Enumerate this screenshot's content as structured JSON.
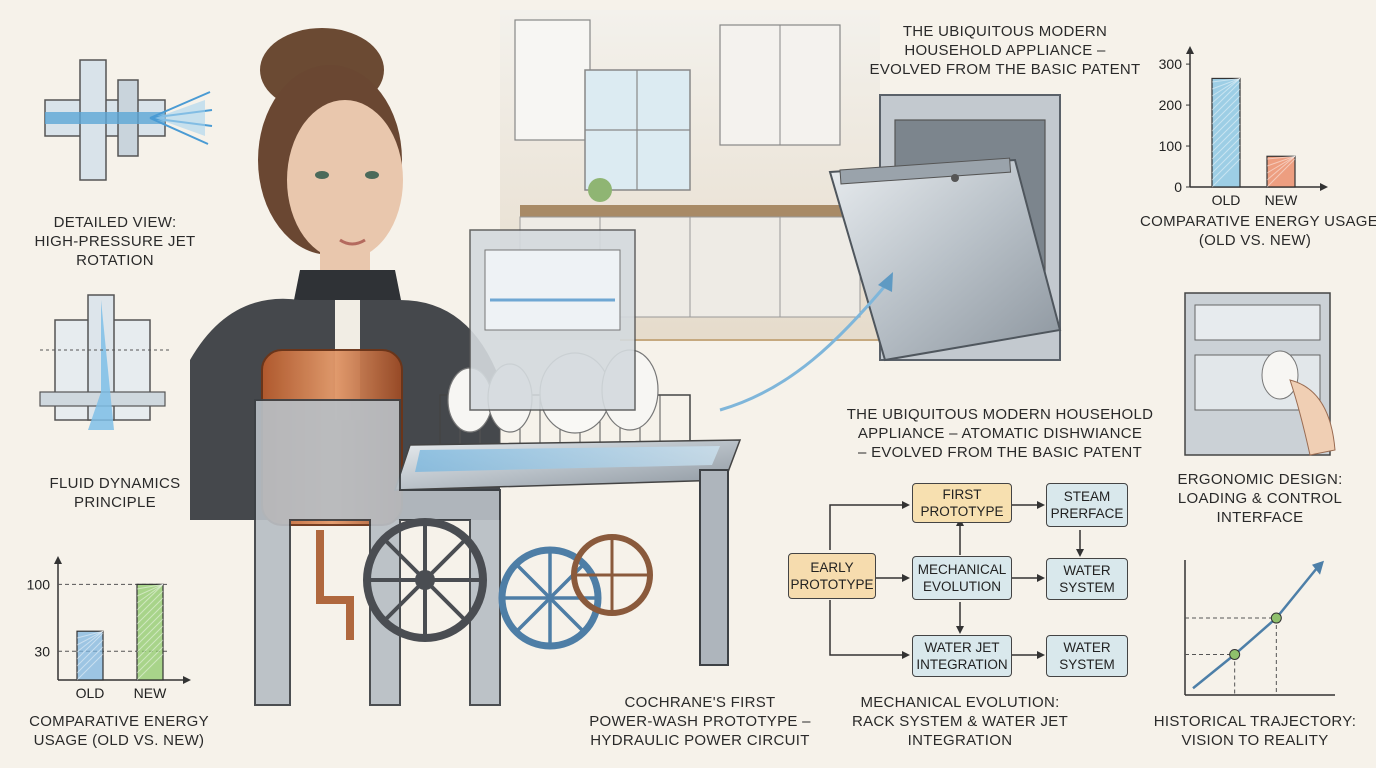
{
  "labels": {
    "jet_view": [
      "DETAILED VIEW:",
      "HIGH-PRESSURE JET",
      "ROTATION"
    ],
    "fluid": [
      "FLUID DYNAMICS",
      "PRINCIPLE"
    ],
    "energy_left": [
      "COMPARATIVE ENERGY",
      "USAGE (OLD VS. NEW)"
    ],
    "prototype": [
      "COCHRANE'S FIRST",
      "POWER-WASH PROTOTYPE –",
      "HYDRAULIC POWER CIRCUIT"
    ],
    "modern_top": [
      "THE UBIQUITOUS MODERN",
      "HOUSEHOLD APPLIANCE –",
      "EVOLVED FROM THE BASIC PATENT"
    ],
    "modern_mid": [
      "THE UBIQUITOUS MODERN HOUSEHOLD",
      "APPLIANCE – ATOMATIC DISHWIANCE",
      "– EVOLVED FROM THE BASIC PATENT"
    ],
    "energy_right": [
      "COMPARATIVE ENERGY USAGE",
      "(OLD VS. NEW)"
    ],
    "ergonomic": [
      "ERGONOMIC DESIGN:",
      "LOADING & CONTROL",
      "INTERFACE"
    ],
    "mech_evolution": [
      "MECHANICAL EVOLUTION:",
      "RACK SYSTEM & WATER JET",
      "INTEGRATION"
    ],
    "trajectory": [
      "HISTORICAL TRAJECTORY:",
      "VISION TO REALITY"
    ]
  },
  "flowchart": {
    "early": [
      "EARLY",
      "PROTOTYPE"
    ],
    "first": [
      "FIRST",
      "PROTOTYPE"
    ],
    "mechanical": [
      "MECHANICAL",
      "EVOLUTION"
    ],
    "waterjet": [
      "WATER JET",
      "INTEGRATION"
    ],
    "steam": [
      "STEAM",
      "PRERFACE"
    ],
    "water1": [
      "WATER",
      "SYSTEM"
    ],
    "water2": [
      "WATER",
      "SYSTEM"
    ],
    "colors": {
      "early": "#f6dcae",
      "first": "#f7e0b0",
      "blue": "#d9e8ec"
    }
  },
  "chart_data": [
    {
      "type": "bar",
      "categories": [
        "OLD",
        "NEW"
      ],
      "values": [
        51,
        100
      ],
      "yticks": [
        30,
        100
      ],
      "ylim": [
        0,
        115
      ],
      "colors": [
        "#7fb6e0",
        "#8dc96a"
      ]
    },
    {
      "type": "bar",
      "categories": [
        "OLD",
        "NEW"
      ],
      "values": [
        265,
        75
      ],
      "yticks": [
        0,
        100,
        200,
        300
      ],
      "ylim": [
        0,
        310
      ],
      "colors": [
        "#7fc1e3",
        "#e9825c"
      ]
    },
    {
      "type": "line",
      "x": [
        0,
        1,
        2,
        3
      ],
      "y": [
        5,
        30,
        57,
        95
      ],
      "ylim": [
        0,
        100
      ],
      "markers": [
        1,
        2
      ]
    }
  ]
}
